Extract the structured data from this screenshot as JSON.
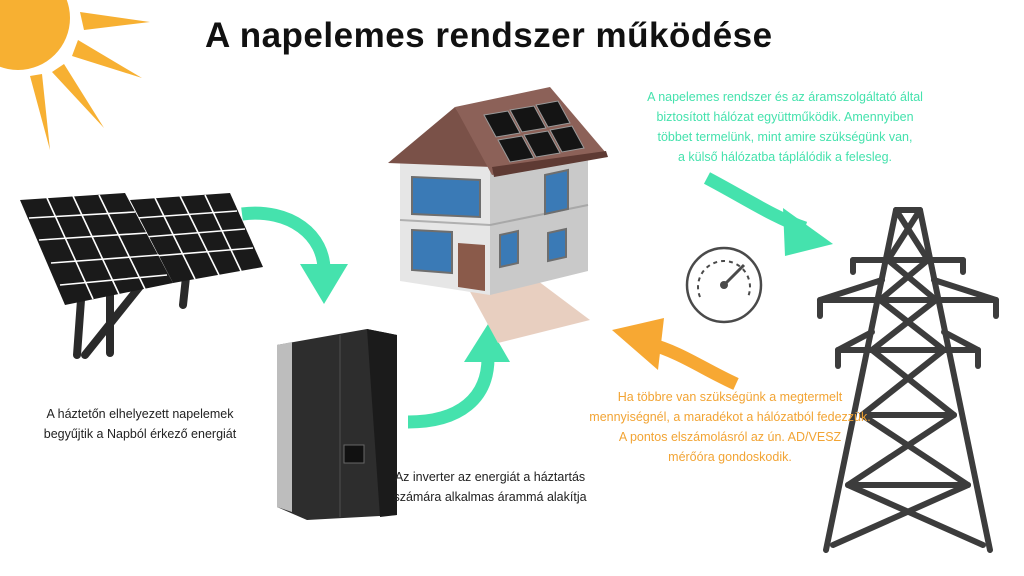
{
  "title": "A napelemes rendszer működése",
  "captions": {
    "panels": [
      "A háztetőn elhelyezett napelemek",
      "begyűjtik a Napból érkező energiát"
    ],
    "inverter": [
      "Az inverter az energiát a háztartás",
      "számára alkalmas árammá alakítja"
    ],
    "export": [
      "A napelemes rendszer és az áramszolgáltató által",
      "biztosított hálózat együttműködik. Amennyiben",
      "többet termelünk, mint amire szükségünk van,",
      "a külső hálózatba táplálódik a felesleg."
    ],
    "import": [
      "Ha többre van szükségünk a megtermelt",
      "mennyiségnél, a maradékot a hálózatból fedezzük.",
      "A pontos elszámolásról az ún. AD/VESZ",
      "mérőóra gondoskodik."
    ]
  },
  "colors": {
    "sun": "#f7b032",
    "export_arrow": "#45e2ad",
    "import_arrow": "#f7a833",
    "pylon": "#3c3c3c"
  },
  "icons": [
    "sun-icon",
    "solar-panels-icon",
    "inverter-icon",
    "house-icon",
    "meter-icon",
    "pylon-icon"
  ]
}
